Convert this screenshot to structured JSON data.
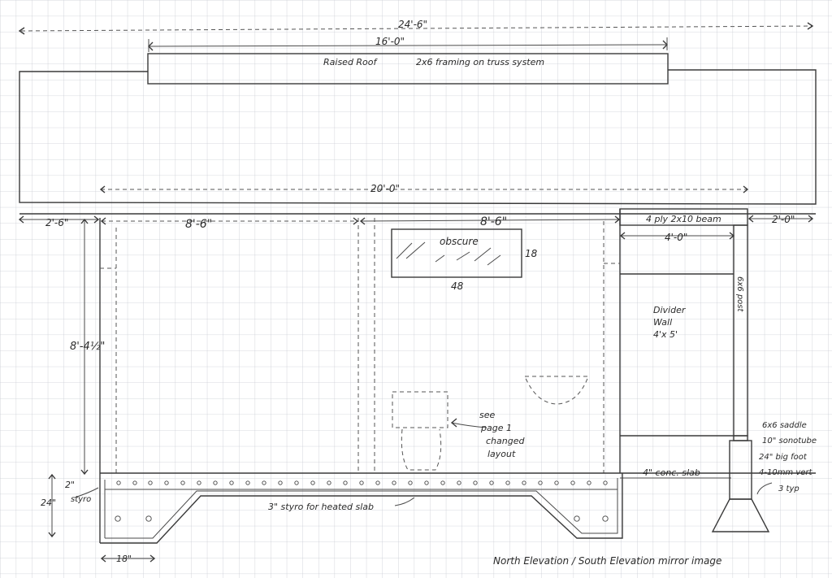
{
  "dimensions": {
    "overall": "24'-6\"",
    "raised_roof": "16'-0\"",
    "main_roof": "20'-0\"",
    "left_overhang": "2'-6\"",
    "left_bay": "8'-6\"",
    "center_bay": "8'-6\"",
    "right_overhang": "2'-0\"",
    "divider_width": "4'-0\"",
    "wall_height": "8'-4½\"",
    "footing_depth": "24\"",
    "footing_width": "18\""
  },
  "labels": {
    "raised_roof": "Raised Roof",
    "framing": "2x6 framing on truss system",
    "beam": "4 ply 2x10 beam",
    "post": "6x6 post",
    "divider_line1": "Divider",
    "divider_line2": "Wall",
    "divider_line3": "4'x 5'",
    "window": "obscure",
    "window_height": "18",
    "window_width": "48",
    "see_line1": "see",
    "see_line2": "page 1",
    "see_line3": "changed",
    "see_line4": "layout",
    "saddle": "6x6 saddle",
    "sonotube": "10\" sonotube",
    "bigfoot": "24\" big foot",
    "rebar": "4-10mm vert",
    "typ": "3 typ",
    "slab": "4\" conc. slab",
    "styro": "3\" styro for heated slab",
    "styro_side_a": "2\"",
    "styro_side_b": "styro",
    "caption": "North Elevation / South Elevation mirror image"
  },
  "colors": {
    "grid": "#c9ccd3",
    "ink": "#3a3a3a",
    "paper": "#ffffff"
  }
}
